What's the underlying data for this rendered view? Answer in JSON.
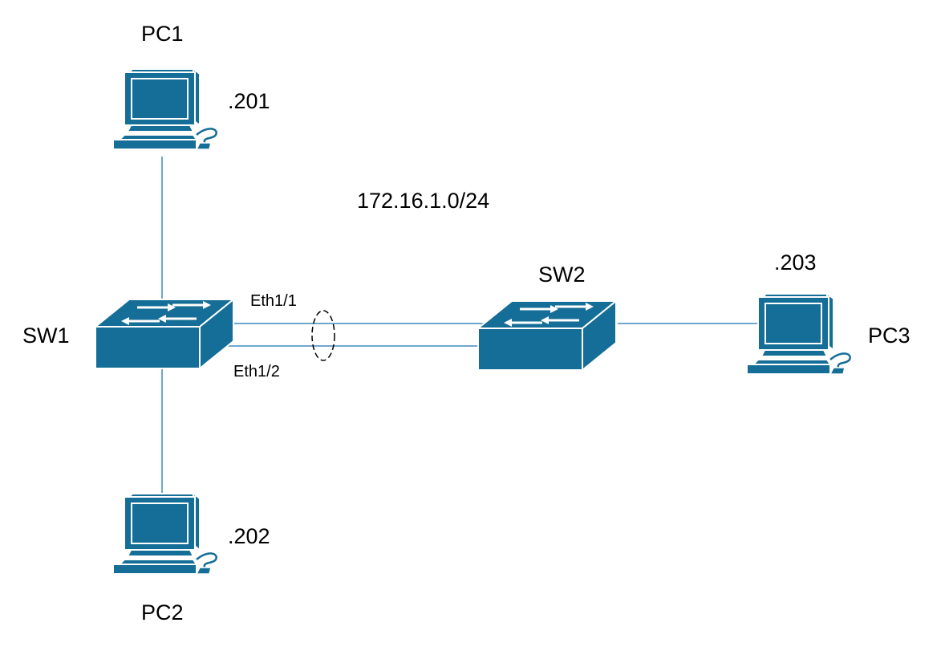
{
  "colors": {
    "device": "#156E97",
    "link": "#6FA7CC",
    "text": "#000000"
  },
  "subnet": "172.16.1.0/24",
  "devices": {
    "pc1": {
      "name": "PC1",
      "ip": ".201",
      "icon": "computer-icon"
    },
    "pc2": {
      "name": "PC2",
      "ip": ".202",
      "icon": "computer-icon"
    },
    "pc3": {
      "name": "PC3",
      "ip": ".203",
      "icon": "computer-icon"
    },
    "sw1": {
      "name": "SW1",
      "icon": "switch-icon"
    },
    "sw2": {
      "name": "SW2",
      "icon": "switch-icon"
    }
  },
  "interfaces": {
    "eth1_1": "Eth1/1",
    "eth1_2": "Eth1/2"
  }
}
